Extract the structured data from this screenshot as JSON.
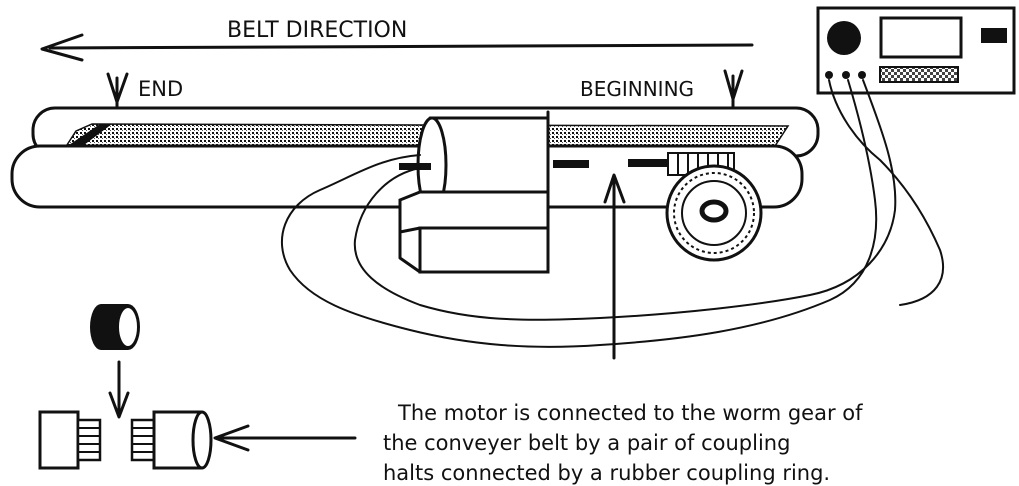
{
  "labels": {
    "belt_direction": "BELT DIRECTION",
    "end": "END",
    "beginning": "BEGINNING"
  },
  "caption": {
    "line1": "The motor is connected to the  worm gear of",
    "line2": "the conveyer belt  by a  pair of coupling",
    "line3": "halts connected by a rubber coupling ring."
  }
}
